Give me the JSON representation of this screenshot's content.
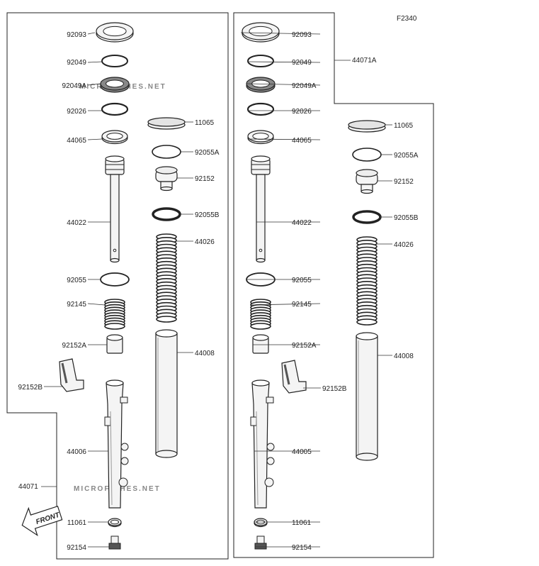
{
  "figure_code": "F2340",
  "watermark": "MICROFICHES.NET",
  "front_label": "FRONT",
  "groups": {
    "left": "44071",
    "right": "44071A"
  },
  "left_labels": [
    "92093",
    "92049",
    "92049A",
    "92026",
    "44065",
    "44022",
    "92055",
    "92145",
    "92152A",
    "92152B",
    "44006",
    "11061",
    "92154",
    "11065",
    "92055A",
    "92152",
    "92055B",
    "44026",
    "44008"
  ],
  "right_labels": [
    "92093",
    "92049",
    "92049A",
    "92026",
    "44065",
    "44022",
    "92055",
    "92145",
    "92152A",
    "92152B",
    "44005",
    "11061",
    "92154",
    "11065",
    "92055A",
    "92152",
    "92055B",
    "44026",
    "44008"
  ],
  "colors": {
    "line": "#222222",
    "part_fill": "#f4f4f4",
    "part_dark": "#555555",
    "watermark": "#d4d4d4"
  }
}
